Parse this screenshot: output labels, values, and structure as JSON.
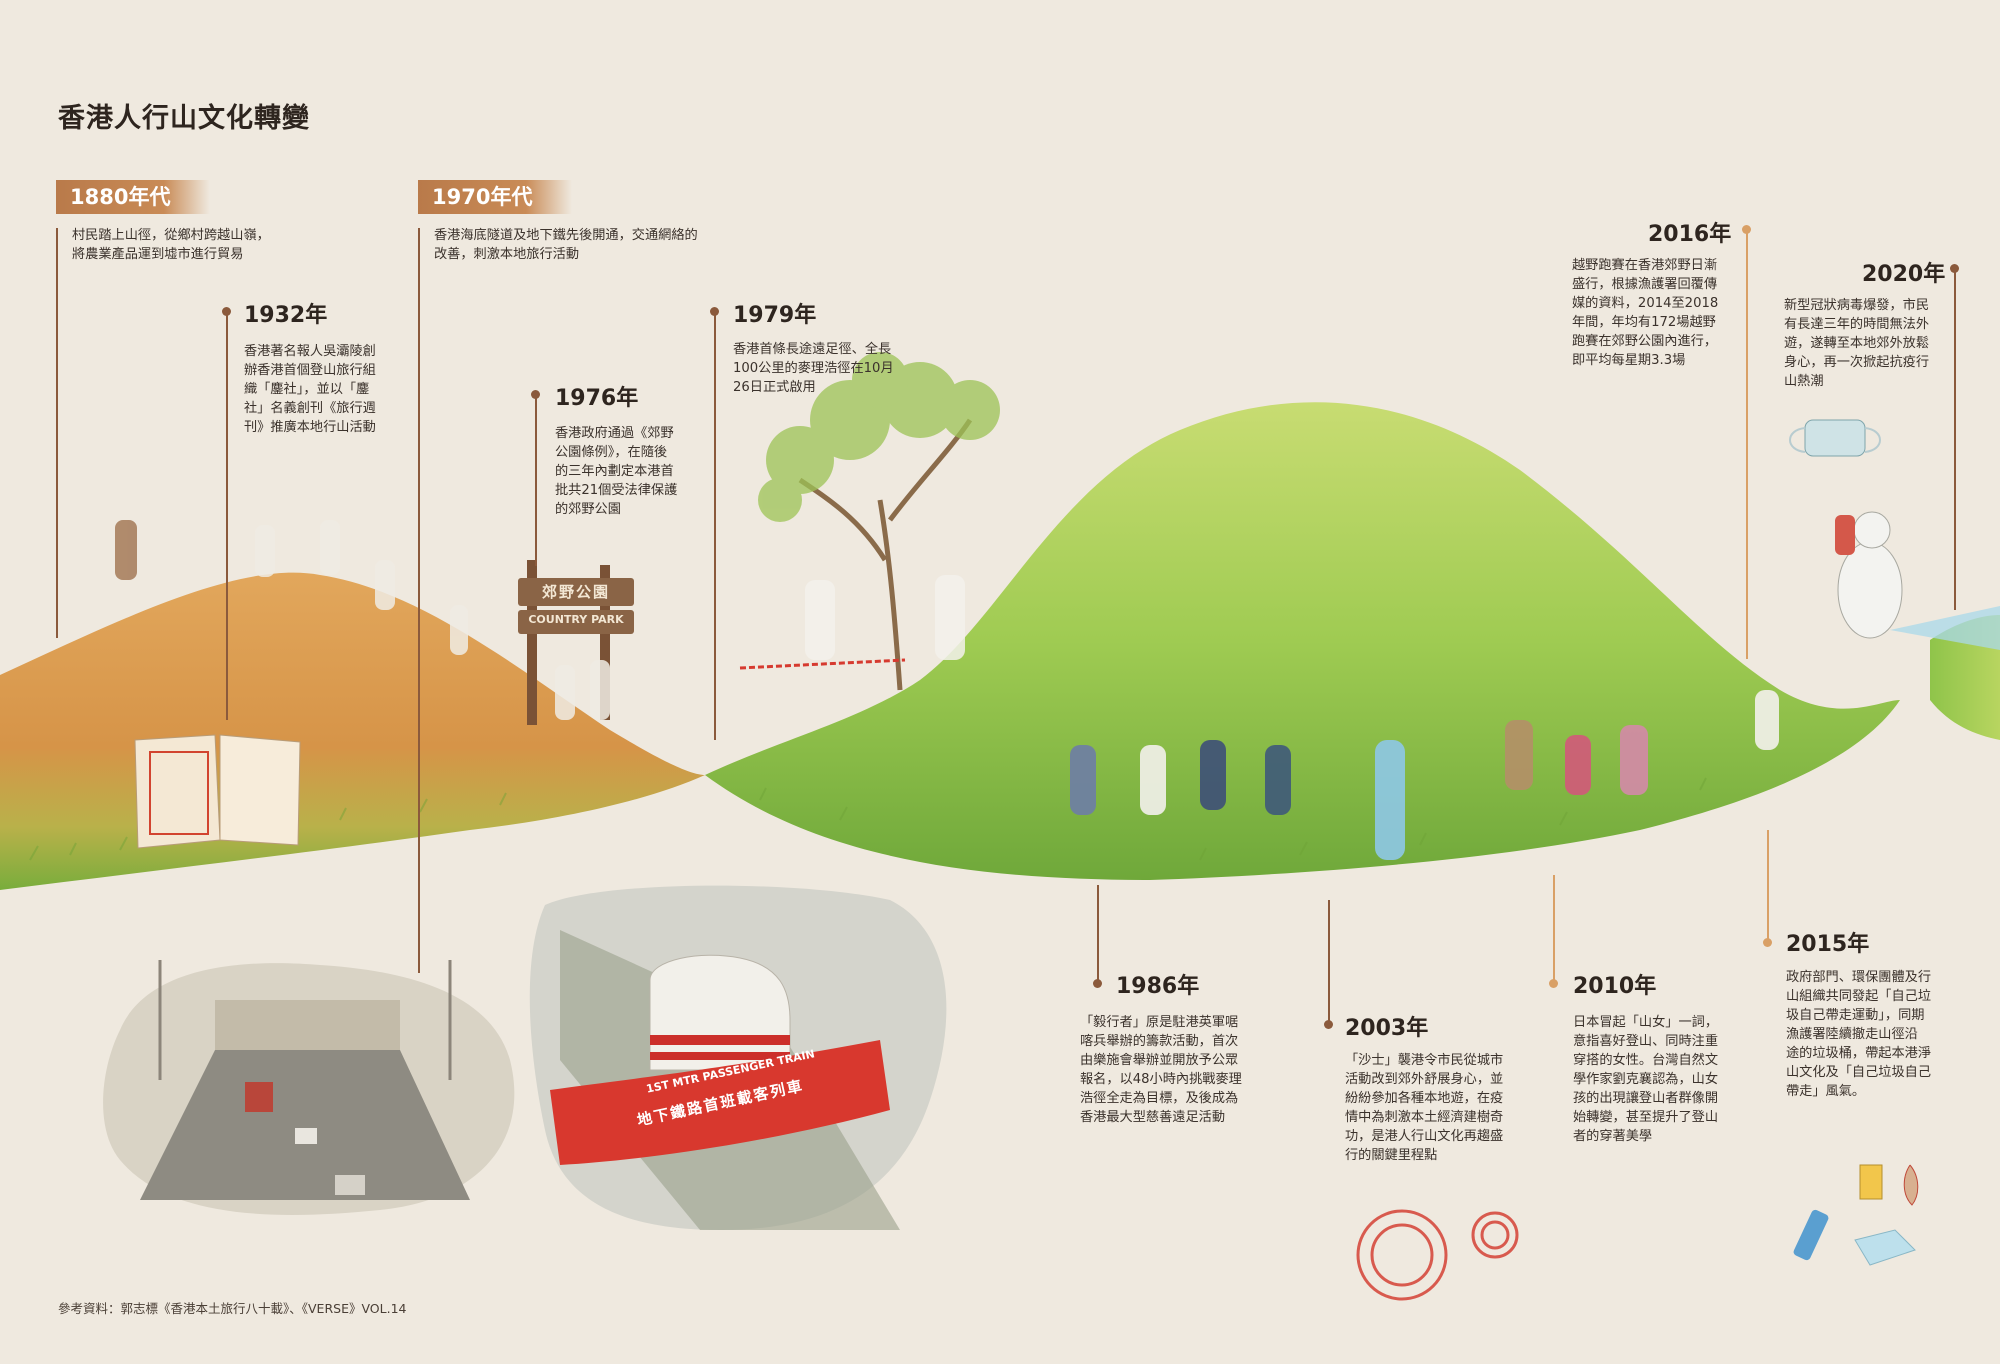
{
  "title": "香港人行山文化轉變",
  "eras": [
    {
      "label": "1880年代",
      "desc": "村民踏上山徑，從鄉村跨越山嶺，\n將農業產品運到墟市進行貿易"
    },
    {
      "label": "1970年代",
      "desc": "香港海底隧道及地下鐵先後開通，交通網絡的\n改善，刺激本地旅行活動"
    }
  ],
  "events": [
    {
      "year": "1932年",
      "desc": "香港著名報人吳灞陵創\n辦香港首個登山旅行組\n織「鏖社」，並以「鏖\n社」名義創刊《旅行週\n刊》推廣本地行山活動"
    },
    {
      "year": "1976年",
      "desc": "香港政府通過《郊野\n公園條例》，在隨後\n的三年內劃定本港首\n批共21個受法律保護\n的郊野公園"
    },
    {
      "year": "1979年",
      "desc": "香港首條長途遠足徑、全長\n100公里的麥理浩徑在10月\n26日正式啟用"
    },
    {
      "year": "2016年",
      "desc": "越野跑賽在香港郊野日漸\n盛行，根據漁護署回覆傳\n媒的資料，2014至2018\n年間，年均有172場越野\n跑賽在郊野公園內進行，\n即平均每星期3.3場"
    },
    {
      "year": "2020年",
      "desc": "新型冠狀病毒爆發，市民\n有長達三年的時間無法外\n遊，遂轉至本地郊外放鬆\n身心，再一次掀起抗疫行\n山熱潮"
    },
    {
      "year": "1986年",
      "desc": "「毅行者」原是駐港英軍啹\n喀兵舉辦的籌款活動，首次\n由樂施會舉辦並開放予公眾\n報名，以48小時內挑戰麥理\n浩徑全走為目標，及後成為\n香港最大型慈善遠足活動"
    },
    {
      "year": "2003年",
      "desc": "「沙士」襲港令市民從城市\n活動改到郊外舒展身心，並\n紛紛參加各種本地遊，在疫\n情中為刺激本土經濟建樹奇\n功，是港人行山文化再趨盛\n行的關鍵里程點"
    },
    {
      "year": "2010年",
      "desc": "日本冒起「山女」一詞，\n意指喜好登山、同時注重\n穿搭的女性。台灣自然文\n學作家劉克襄認為，山女\n孩的出現讓登山者群像開\n始轉變，甚至提升了登山\n者的穿著美學"
    },
    {
      "year": "2015年",
      "desc": "政府部門、環保團體及行\n山組織共同發起「自己垃\n圾自己帶走運動」，同期\n漁護署陸續撤走山徑沿\n途的垃圾桶，帶起本港淨\n山文化及「自己垃圾自己\n帶走」風氣。"
    }
  ],
  "illustration_text": {
    "sign_cn": "郊野公園",
    "sign_en": "COUNTRY PARK",
    "banner_en": "1ST MTR PASSENGER TRAIN",
    "banner_cn": "地下鐵路首班載客列車"
  },
  "colors": {
    "era_tag": "#c08250",
    "line_brown": "#8b5a3c",
    "line_orange": "#d9a066",
    "hill_orange": "#d89a52",
    "hill_green": "#8cc24a",
    "background": "#efe9df"
  },
  "source": "參考資料：郭志標《香港本土旅行八十載》、《VERSE》VOL.14"
}
